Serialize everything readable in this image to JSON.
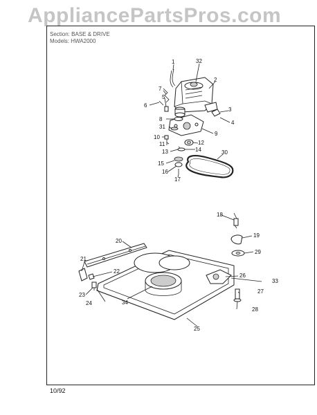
{
  "watermark": "AppliancePartsPros.com",
  "header": {
    "section_label": "Section:",
    "section_value": "BASE & DRIVE",
    "models_label": "Models:",
    "models_value": "HWA2000"
  },
  "footer": {
    "date": "10/92"
  },
  "callouts": [
    "1",
    "2",
    "3",
    "4",
    "5",
    "6",
    "7",
    "8",
    "9",
    "10",
    "11",
    "12",
    "13",
    "14",
    "15",
    "16",
    "17",
    "18",
    "19",
    "20",
    "21",
    "22",
    "23",
    "24",
    "25",
    "26",
    "27",
    "28",
    "29",
    "30",
    "31",
    "32",
    "33",
    "34"
  ]
}
